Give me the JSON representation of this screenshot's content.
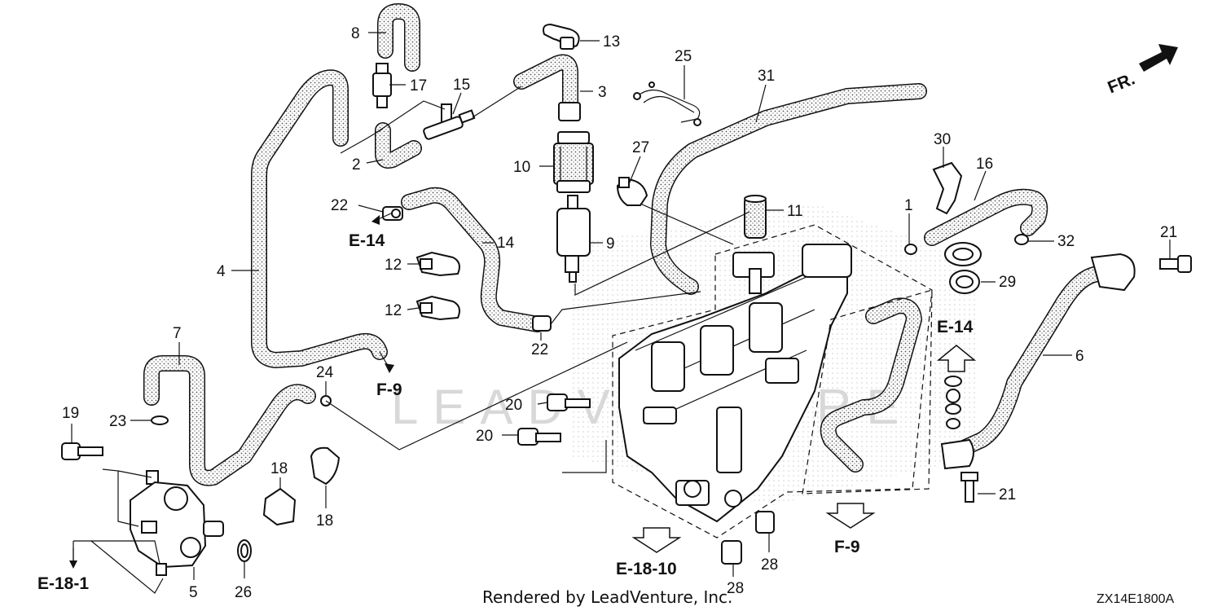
{
  "callouts": {
    "c1": "1",
    "c2": "2",
    "c3": "3",
    "c4": "4",
    "c5": "5",
    "c6": "6",
    "c7": "7",
    "c8": "8",
    "c9": "9",
    "c10": "10",
    "c11": "11",
    "c12a": "12",
    "c12b": "12",
    "c13": "13",
    "c14": "14",
    "c15": "15",
    "c16": "16",
    "c17": "17",
    "c18a": "18",
    "c18b": "18",
    "c19": "19",
    "c20a": "20",
    "c20b": "20",
    "c21a": "21",
    "c21b": "21",
    "c22a": "22",
    "c22b": "22",
    "c23": "23",
    "c24": "24",
    "c25": "25",
    "c26": "26",
    "c27": "27",
    "c28a": "28",
    "c28b": "28",
    "c29": "29",
    "c30": "30",
    "c31": "31",
    "c32": "32"
  },
  "references": {
    "e14_left": "E-14",
    "e14_right": "E-14",
    "f9_left": "F-9",
    "f9_right": "F-9",
    "e18_10": "E-18-10",
    "e18_1": "E-18-1"
  },
  "direction": {
    "label": "FR."
  },
  "watermark": {
    "text": "LEADVENTURE"
  },
  "footer": {
    "rendered_by": "Rendered by LeadVenture, Inc.",
    "diagram_code": "ZX14E1800A"
  }
}
